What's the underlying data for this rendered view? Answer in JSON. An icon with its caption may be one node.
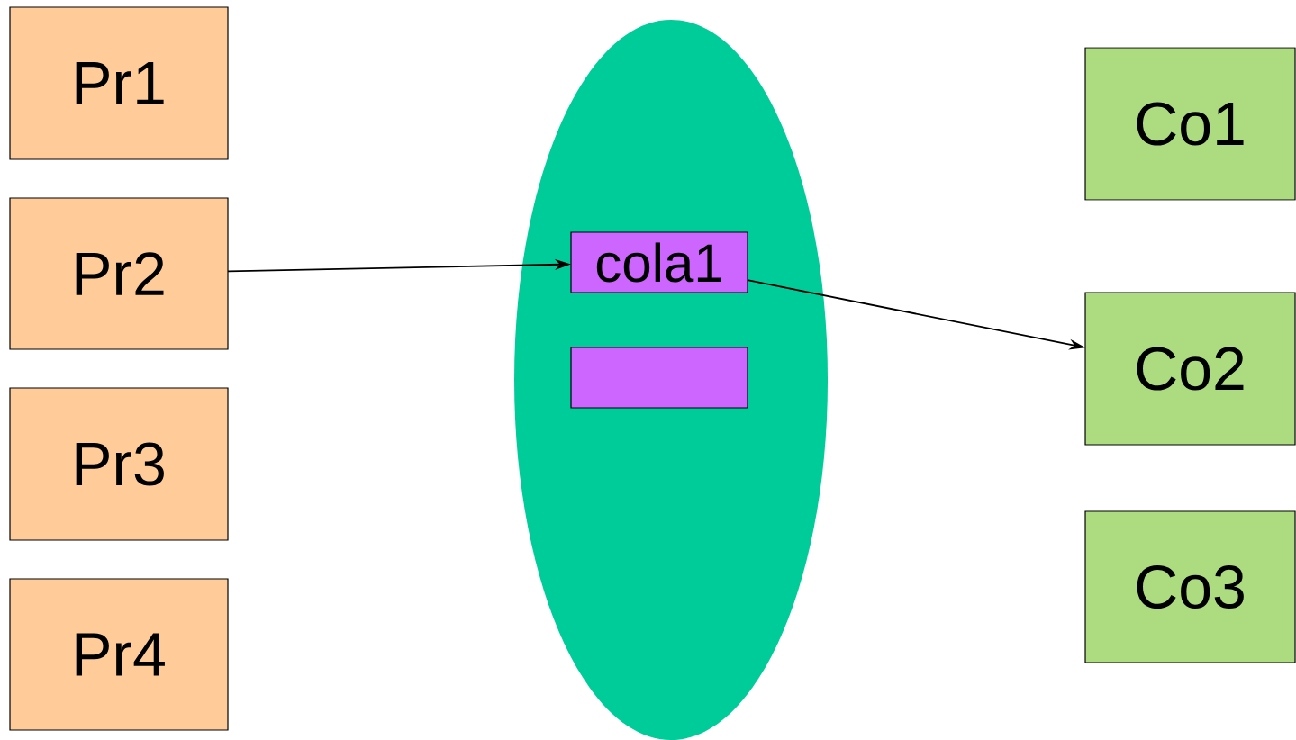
{
  "diagram": {
    "nodes": [
      {
        "text": [
          "Pr1"
        ]
      },
      {
        "text": [
          "Pr2"
        ]
      },
      {
        "text": [
          "Pr3"
        ]
      },
      {
        "text": [
          "Pr4"
        ]
      },
      {
        "text": [],
        "shape": "ellipse"
      },
      {
        "text": [
          "cola1"
        ],
        "in": 4
      },
      {
        "text": [],
        "shape": "box",
        "in": 4
      },
      {
        "text": [
          "Co1"
        ]
      },
      {
        "text": [
          "Co2"
        ]
      },
      {
        "text": [
          "Co3"
        ]
      }
    ],
    "edges": [
      {
        "from": 1,
        "to": 5,
        "arrow": "to"
      },
      {
        "from": 5,
        "to": 8,
        "arrow": "to"
      }
    ]
  }
}
